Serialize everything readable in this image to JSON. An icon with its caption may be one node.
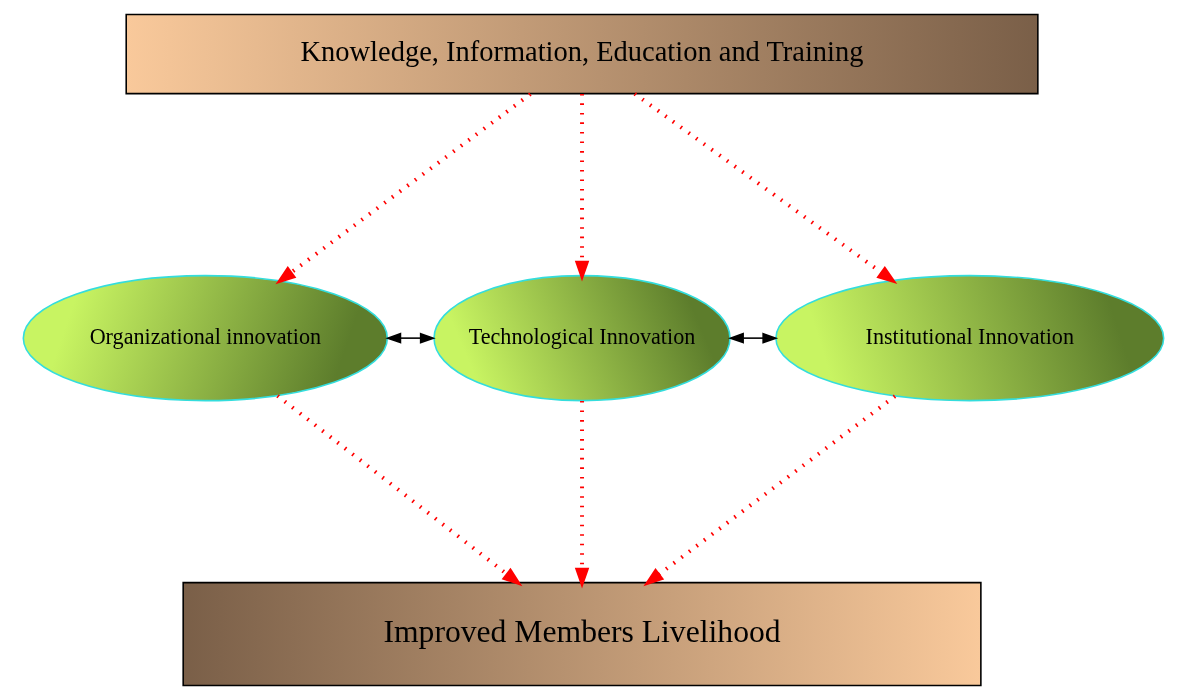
{
  "diagram": {
    "nodes": [
      {
        "text": [
          "Knowledge, Information, Education and Training"
        ]
      },
      {
        "text": [
          "Organizational innovation"
        ]
      },
      {
        "text": [
          "Technological Innovation"
        ]
      },
      {
        "text": [
          "Institutional Innovation"
        ]
      },
      {
        "text": [
          "Improved Members Livelihood"
        ]
      }
    ],
    "edges": [
      {
        "from": 0,
        "to": 1,
        "arrow": "to",
        "style": "dashed"
      },
      {
        "from": 0,
        "to": 2,
        "arrow": "to",
        "style": "dashed"
      },
      {
        "from": 0,
        "to": 3,
        "arrow": "to",
        "style": "dashed"
      },
      {
        "from": 1,
        "to": 2,
        "arrow": "both",
        "color": "#000000"
      },
      {
        "from": 2,
        "to": 3,
        "arrow": "both",
        "color": "#000000"
      },
      {
        "from": 1,
        "to": 4,
        "arrow": "to",
        "style": "dashed"
      },
      {
        "from": 2,
        "to": 4,
        "arrow": "to",
        "style": "dashed"
      },
      {
        "from": 3,
        "to": 4,
        "arrow": "to",
        "style": "dashed"
      }
    ]
  }
}
